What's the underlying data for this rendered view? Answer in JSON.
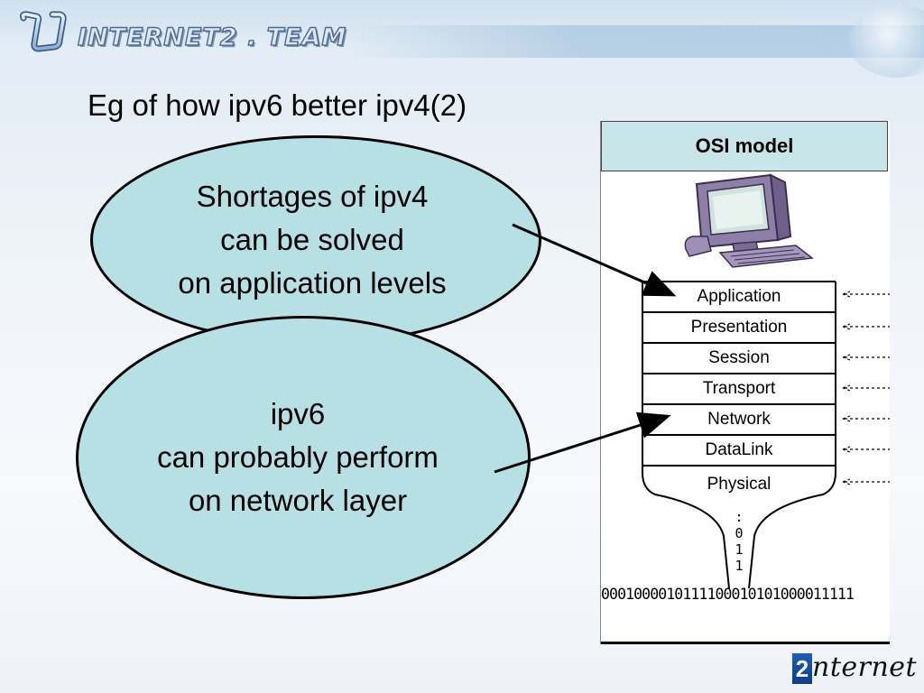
{
  "header": {
    "logo_text": "INTERNET2 . TEAM",
    "colors": {
      "band": "#cfe0ef",
      "logo_fill": "#dce8f5",
      "logo_outline": "#4d6b8f"
    }
  },
  "slide": {
    "title": "Eg of how ipv6 better ipv4(2)"
  },
  "bubbles": [
    {
      "lines": [
        "Shortages of ipv4",
        "can be solved",
        "on application levels"
      ]
    },
    {
      "lines": [
        "ipv6",
        "can probably perform",
        "on network layer"
      ]
    }
  ],
  "bubble_color": "#b7e0e5",
  "osi": {
    "header": "OSI model",
    "header_color": "#c8e6ea",
    "icon": "computer-icon",
    "layers": [
      "Application",
      "Presentation",
      "Session",
      "Transport",
      "Network",
      "DataLink",
      "Physical"
    ],
    "vertical_bits": [
      ":",
      "0",
      "1",
      "1"
    ],
    "bitstream": "0001000010111100010101000011111"
  },
  "footer": {
    "logo_mark": "2",
    "logo_text": "nternet",
    "mark_color": "#1c5fb6"
  }
}
